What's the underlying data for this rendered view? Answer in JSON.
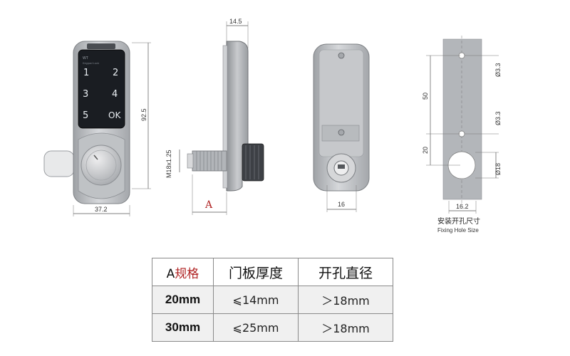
{
  "keypad": {
    "brand": "WT",
    "subtitle": "Keypad Lock",
    "keys": [
      "1",
      "2",
      "3",
      "4",
      "5",
      "OK"
    ]
  },
  "dimensions": {
    "body_width": "37.2",
    "height": "92.5",
    "depth": "14.5",
    "thread": "M18x1.25",
    "length_label": "A",
    "cam_width": "16",
    "hole_spacing_upper": "50",
    "hole_spacing_lower": "20",
    "hole_dia_upper": "Ø3.3",
    "hole_dia_middle": "Ø3.3",
    "hole_dia_large": "Ø18",
    "hole_offset": "16.2"
  },
  "fixing_hole": {
    "label_cn": "安装开孔尺寸",
    "label_en": "Fixing Hole Size"
  },
  "table": {
    "header": {
      "spec_prefix": "A",
      "spec_suffix": "规格",
      "col2": "门板厚度",
      "col3": "开孔直径"
    },
    "rows": [
      {
        "spec": "20mm",
        "thickness": "⩽14mm",
        "hole": "＞18mm"
      },
      {
        "spec": "30mm",
        "thickness": "⩽25mm",
        "hole": "＞18mm"
      }
    ]
  },
  "colors": {
    "accent": "#b02222",
    "metal": "#c7c9cc",
    "keypad": "#1a1d22",
    "panel": "#b3b6ba"
  }
}
